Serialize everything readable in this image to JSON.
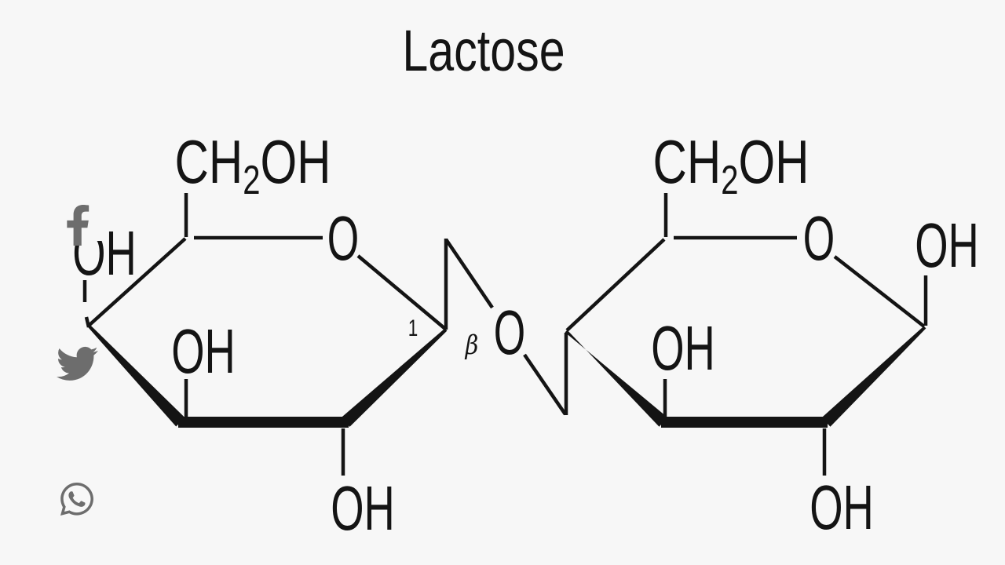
{
  "title": "Lactose",
  "colors": {
    "background": "#f7f7f7",
    "ink": "#141414",
    "icon_gray": "#6d6d6d"
  },
  "molecule": {
    "left_ring": {
      "ch2oh": {
        "main": "CH",
        "sub": "2",
        "tail": "OH"
      },
      "ring_oxygen": "O",
      "c4_hydroxyl": "OH",
      "c3_hydroxyl": "OH",
      "c2_hydroxyl": "OH",
      "anomeric_number": "1"
    },
    "glycosidic": {
      "oxygen": "O",
      "beta": "β"
    },
    "right_ring": {
      "ch2oh": {
        "main": "CH",
        "sub": "2",
        "tail": "OH"
      },
      "ring_oxygen": "O",
      "c1_hydroxyl": "OH",
      "c3_hydroxyl": "OH",
      "c2_hydroxyl": "OH"
    }
  },
  "share_icons": [
    {
      "name": "facebook"
    },
    {
      "name": "twitter"
    },
    {
      "name": "whatsapp"
    }
  ]
}
